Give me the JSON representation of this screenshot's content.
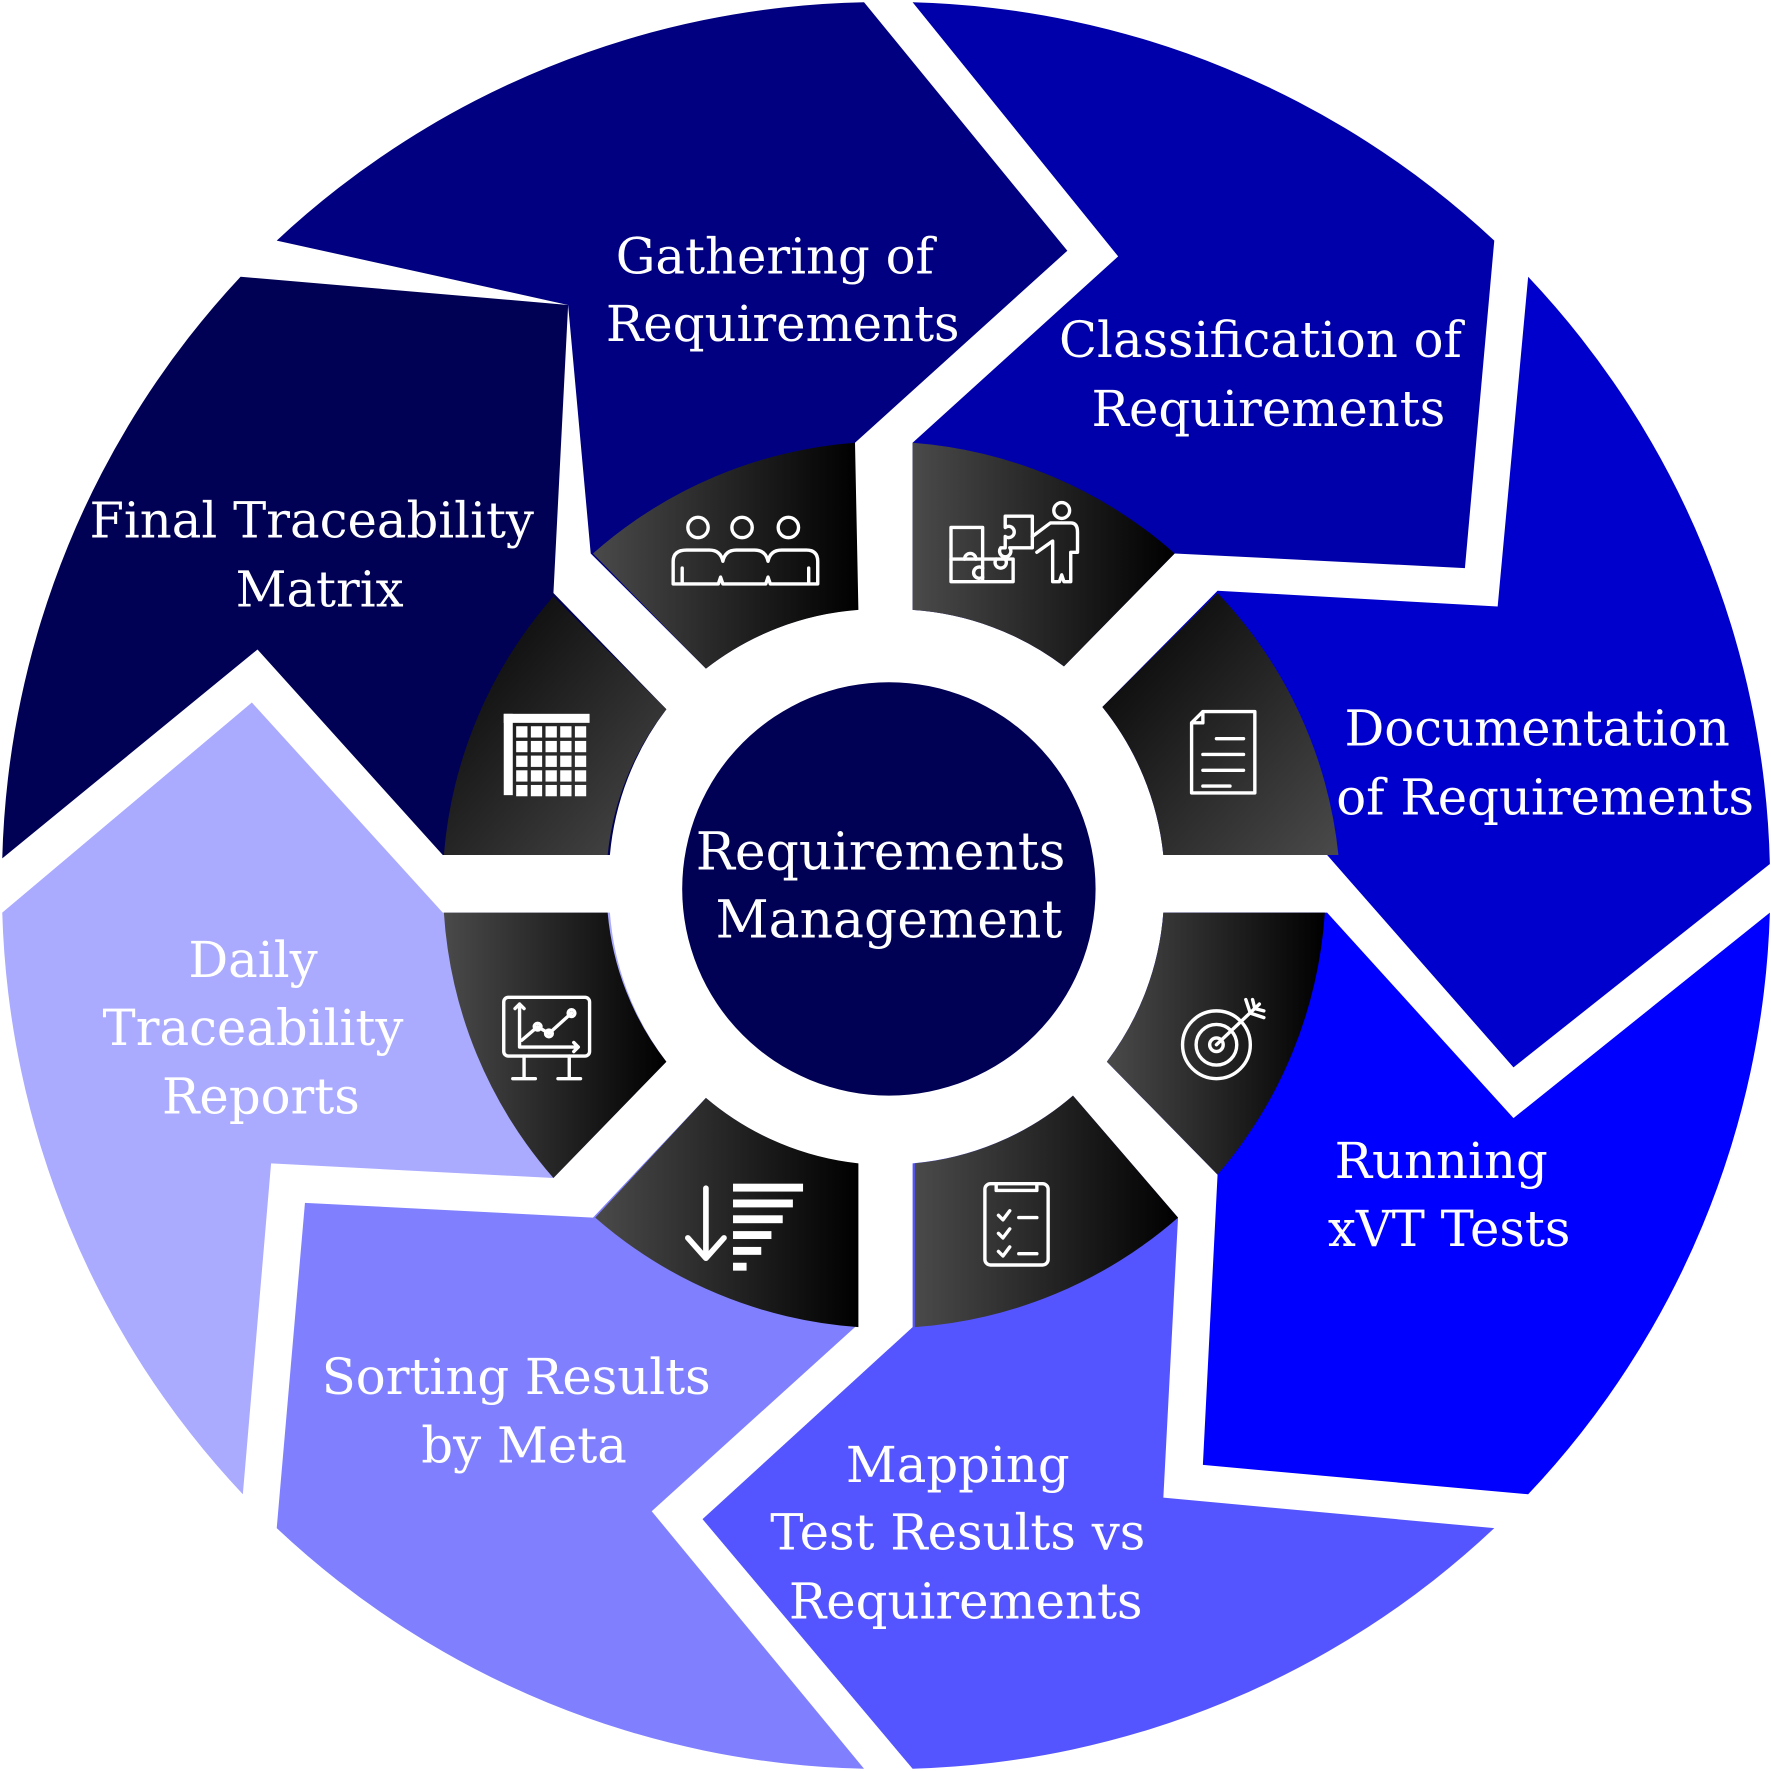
{
  "title": "Requirements Management",
  "colors": {
    "center": "#000055",
    "inner_ring_light": "#4a4a4a",
    "inner_ring_dark": "#000000",
    "text": "#ffffff",
    "background": "#ffffff"
  },
  "center": {
    "lines": [
      "Requirements",
      "Management"
    ]
  },
  "stages": [
    {
      "id": "gathering",
      "lines": [
        "Gathering of",
        "Requirements"
      ],
      "color": "#000080",
      "icon": "team-icon"
    },
    {
      "id": "classification",
      "lines": [
        "Classification of",
        "Requirements"
      ],
      "color": "#0000AA",
      "icon": "puzzle-presenter-icon"
    },
    {
      "id": "documentation",
      "lines": [
        "Documentation",
        "of Requirements"
      ],
      "color": "#0000CC",
      "icon": "document-icon"
    },
    {
      "id": "running",
      "lines": [
        "Running",
        "xVT Tests"
      ],
      "color": "#0000FF",
      "icon": "target-icon"
    },
    {
      "id": "mapping",
      "lines": [
        "Mapping",
        "Test Results vs",
        "Requirements"
      ],
      "color": "#5555FF",
      "icon": "checklist-icon"
    },
    {
      "id": "sorting",
      "lines": [
        "Sorting Results",
        "by Meta"
      ],
      "color": "#8080FF",
      "icon": "sort-descending-icon"
    },
    {
      "id": "daily",
      "lines": [
        "Daily",
        "Traceability",
        "Reports"
      ],
      "color": "#AAAAFF",
      "icon": "chart-board-icon"
    },
    {
      "id": "final",
      "lines": [
        "Final Traceability",
        "Matrix"
      ],
      "color": "#000055",
      "icon": "table-grid-icon"
    }
  ]
}
